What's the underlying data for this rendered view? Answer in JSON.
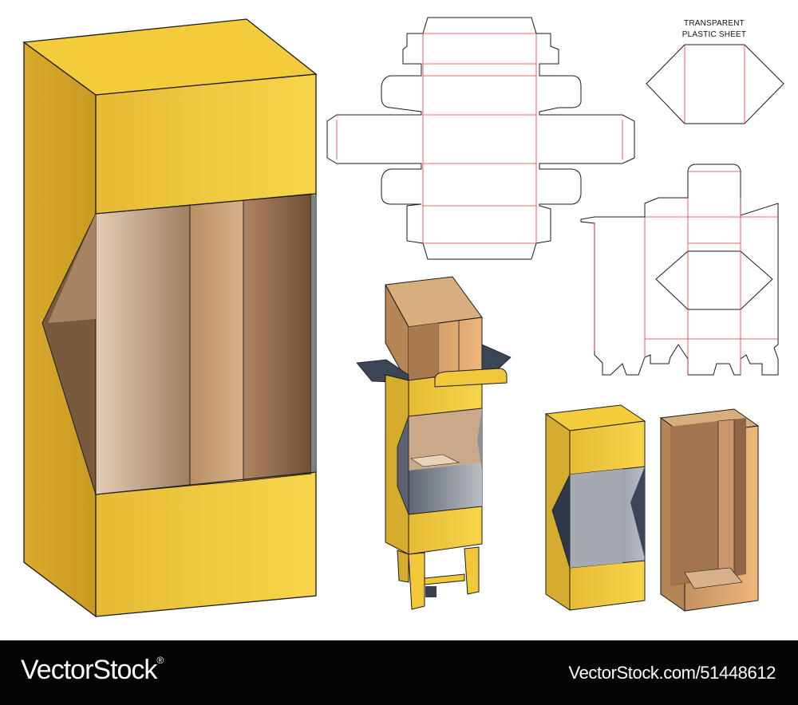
{
  "label": {
    "line1": "TRANSPARENT",
    "line2": "PLASTIC SHEET"
  },
  "footer": {
    "brand": "VectorStock",
    "registered": "®",
    "image_id": "VectorStock.com/51448612"
  },
  "colors": {
    "yellow": "#F2C83A",
    "yellow_dark": "#D1A82B",
    "kraft": "#C9966A",
    "kraft_dark": "#8E6645",
    "cut_line": "#1a1a1a",
    "fold_line": "#E3373B",
    "footer_bg": "#050505"
  }
}
